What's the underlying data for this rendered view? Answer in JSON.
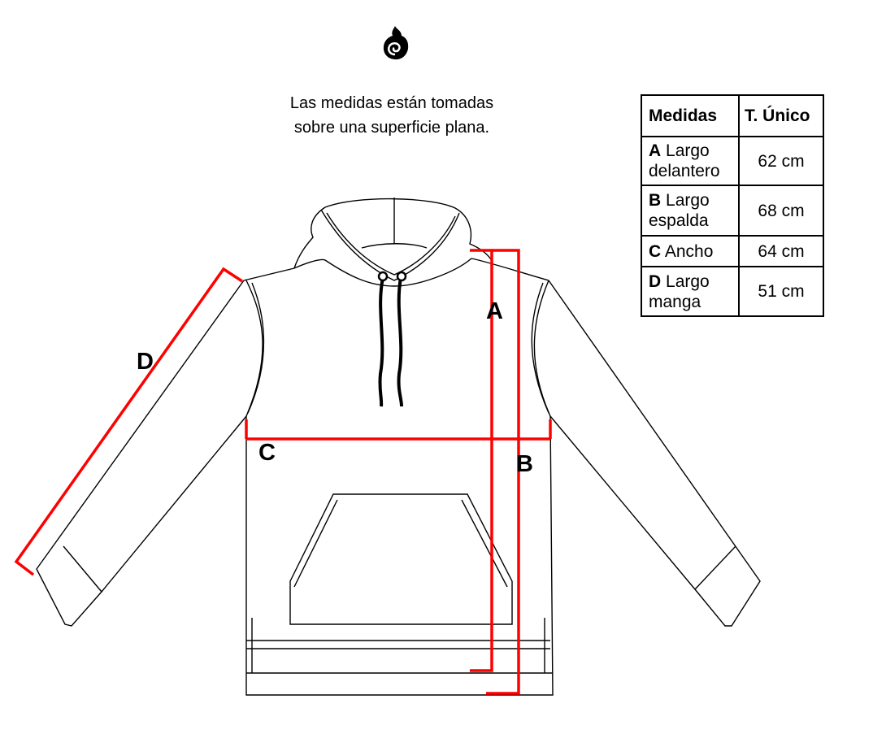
{
  "note": {
    "line1": "Las medidas están tomadas",
    "line2": "sobre una superficie plana."
  },
  "logo": {
    "icon": "flame-spiral-logo"
  },
  "table": {
    "headers": [
      "Medidas",
      "T. Único"
    ],
    "rows": [
      {
        "letter": "A",
        "name1": "Largo",
        "name2": "delantero",
        "value": "62 cm"
      },
      {
        "letter": "B",
        "name1": "Largo",
        "name2": "espalda",
        "value": "68 cm"
      },
      {
        "letter": "C",
        "name1": "Ancho",
        "name2": "",
        "value": "64 cm"
      },
      {
        "letter": "D",
        "name1": "Largo",
        "name2": "manga",
        "value": "51 cm"
      }
    ]
  },
  "labels": {
    "a": "A",
    "b": "B",
    "c": "C",
    "d": "D"
  },
  "colors": {
    "measure": "#ff0000",
    "outline": "#000000"
  }
}
